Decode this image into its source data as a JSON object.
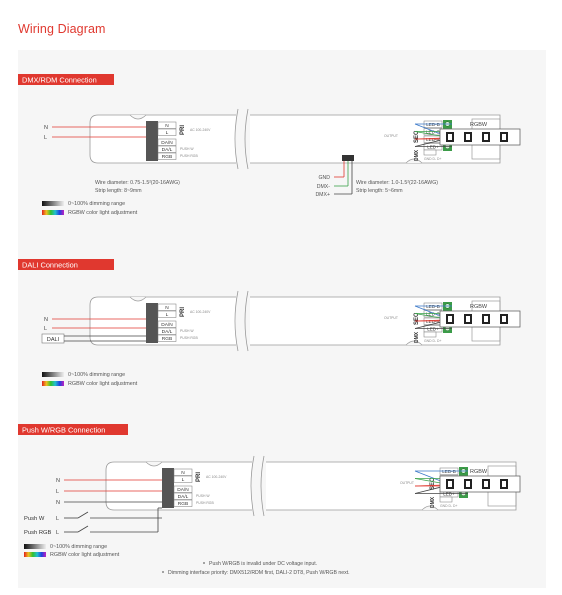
{
  "title": "Wiring Diagram",
  "colors": {
    "accent": "#e0382f",
    "wire_red": "#e0382f",
    "wire_green": "#3aa34a",
    "wire_blue": "#3a78c8",
    "terminal_green": "#3b9b48",
    "outline": "#9a9a9a"
  },
  "labels": {
    "pri": "PRI",
    "sec": "SEC",
    "dmx": "DMX",
    "n": "N",
    "l": "L",
    "n_text": "N",
    "l_text": "L",
    "da_n": "DA/N",
    "da_l": "DA/L",
    "rgb": "RGB",
    "push_w": "PUSH W",
    "push_rgb": "PUSH RGB",
    "input_text": "AC 100-240V",
    "output_text": "OUTPUT",
    "gnd_dmx": "GND D- D+",
    "led_b": "LED-B",
    "led_g": "LED-G",
    "led_r": "LED-R",
    "led_plus": "LED+",
    "rgbw": "RGBW",
    "dimming_range": "0~100% dimming range",
    "rgbw_adjust": "RGBW color light adjustment"
  },
  "section1": {
    "title": "DMX/RDM Connection",
    "wire_diameter_left": "Wire diameter: 0.75-1.5²(20-16AWG)",
    "strip_length_left": "Strip length: 8~9mm",
    "wire_diameter_right": "Wire diameter: 1.0-1.5²(22-16AWG)",
    "strip_length_right": "Strip length: 5~6mm",
    "gnd": "GND",
    "dmx_minus": "DMX-",
    "dmx_plus": "DMX+"
  },
  "section2": {
    "title": "DALI Connection",
    "dali": "DALI"
  },
  "section3": {
    "title": "Push W/RGB Connection",
    "push_w": "Push W",
    "push_rgb": "Push RGB",
    "legend_range": "0~100% dimming range",
    "legend_adjust": "RGBW color light adjustment",
    "note1": "Push W/RGB is invalid under DC voltage input.",
    "note2": "Dimming interface priority: DMX512/RDM first, DALI-2 DT8, Push W/RGB next."
  }
}
